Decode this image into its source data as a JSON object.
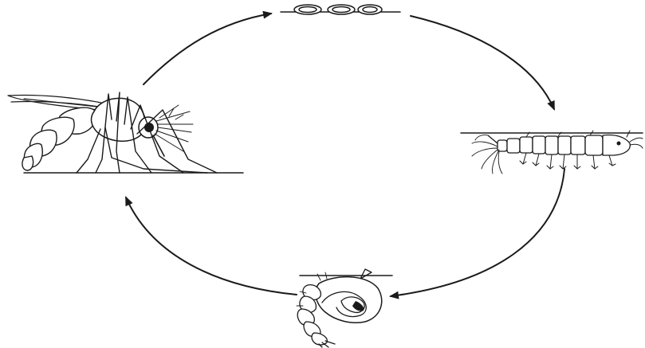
{
  "diagram": {
    "type": "cycle",
    "stages": [
      {
        "name": "adult-mosquito",
        "icon": "mosquito-adult-icon"
      },
      {
        "name": "eggs",
        "icon": "egg-raft-icon"
      },
      {
        "name": "larva",
        "icon": "larva-icon"
      },
      {
        "name": "pupa",
        "icon": "pupa-icon"
      }
    ],
    "direction": "clockwise",
    "colors": {
      "ink": "#1a1a1a",
      "background": "#ffffff"
    }
  }
}
